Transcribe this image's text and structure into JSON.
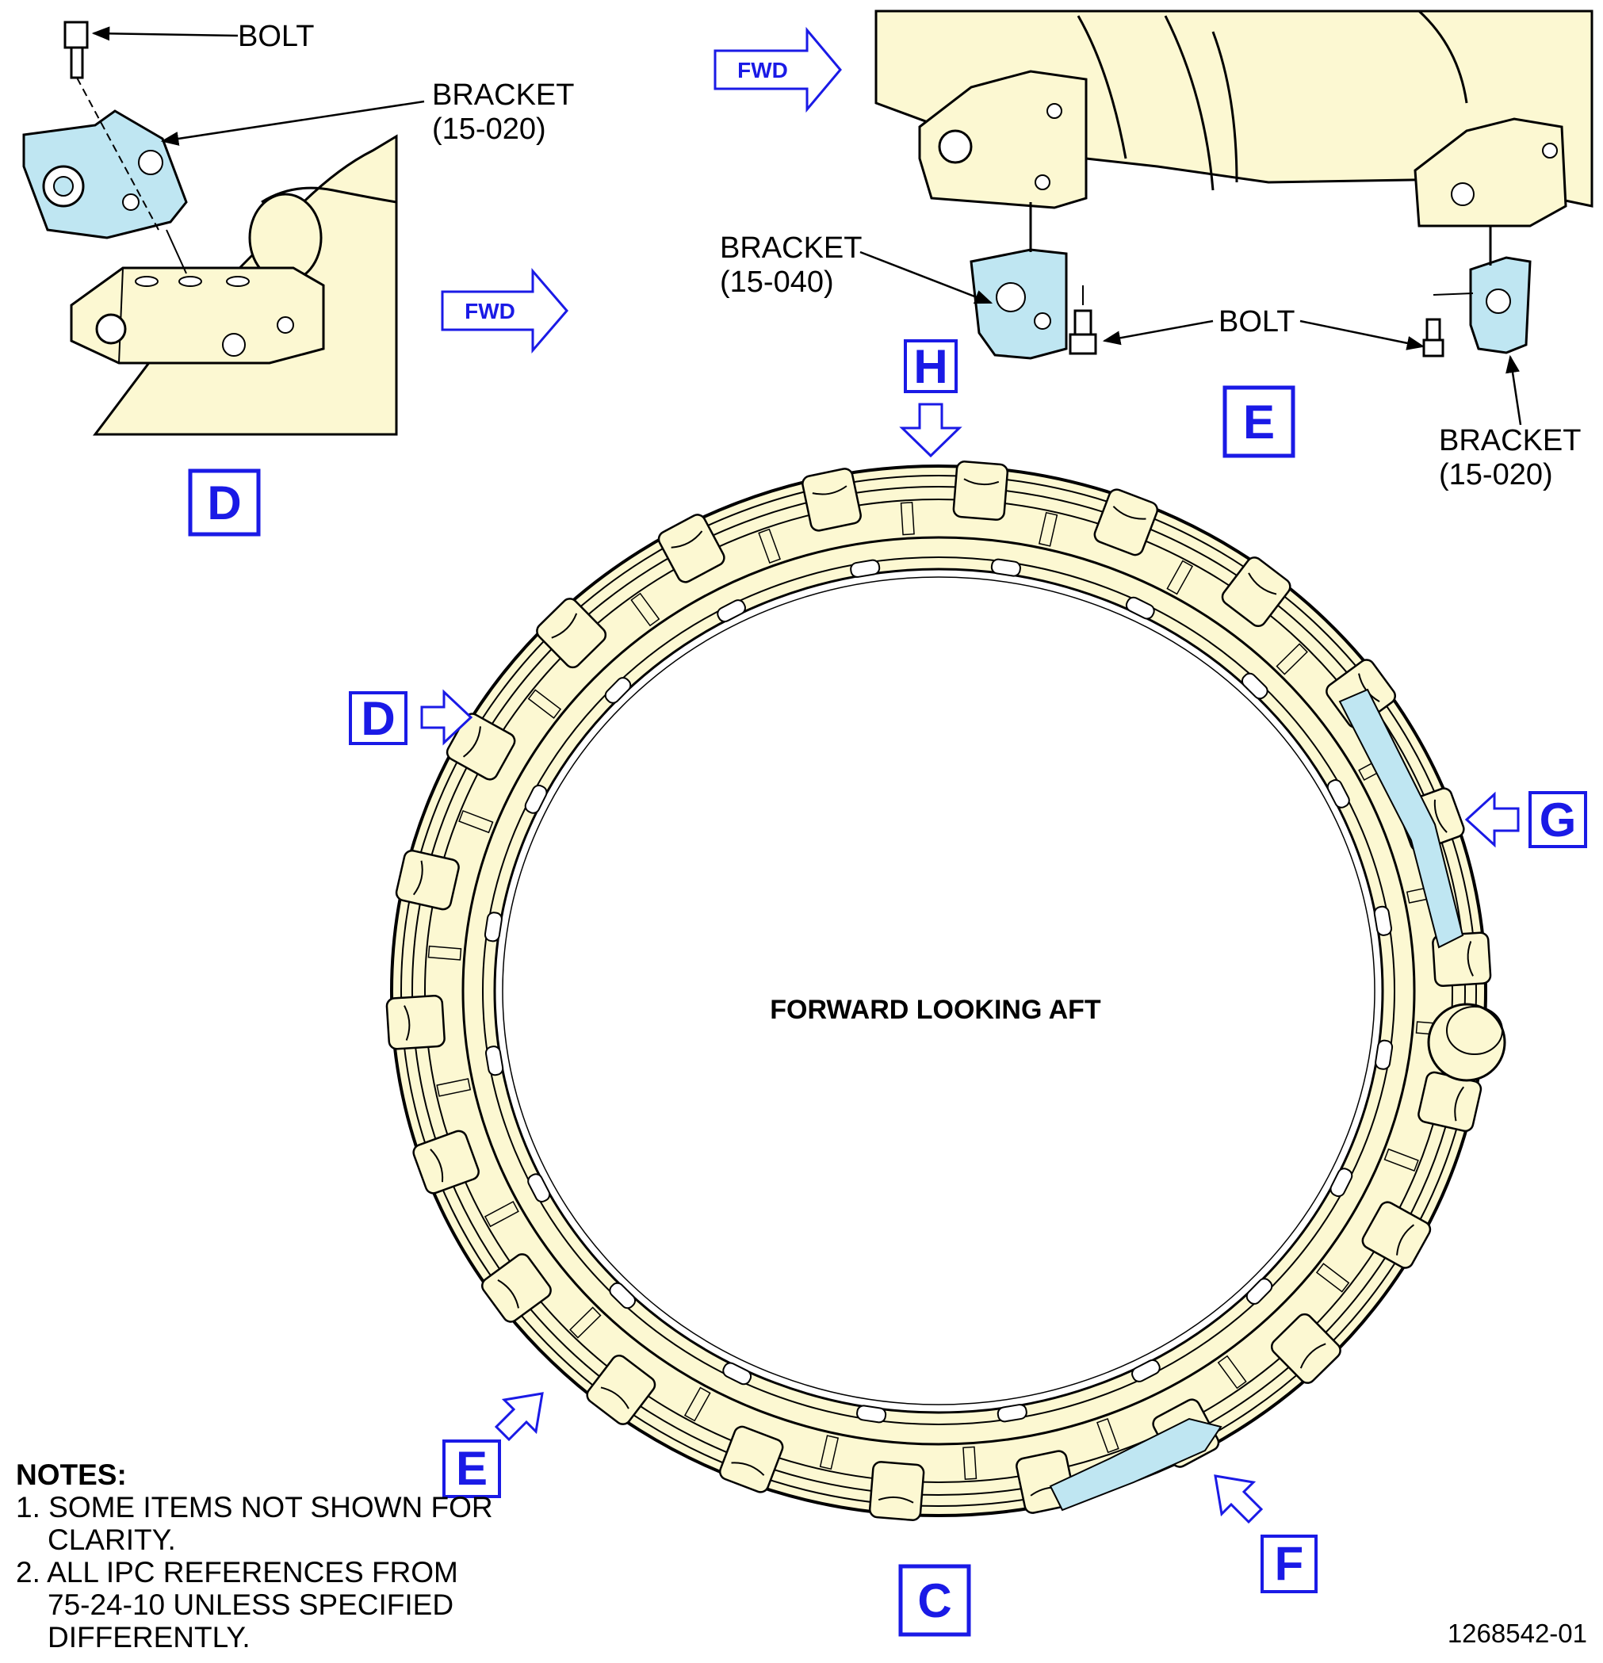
{
  "labels": {
    "bolt_d": "BOLT",
    "bracket_d_name": "BRACKET",
    "bracket_d_ref": "(15-020)",
    "bracket_e1_name": "BRACKET",
    "bracket_e1_ref": "(15-040)",
    "bolt_e": "BOLT",
    "bracket_e2_name": "BRACKET",
    "bracket_e2_ref": "(15-020)",
    "fwd_1": "FWD",
    "fwd_2": "FWD",
    "center_title": "FORWARD LOOKING AFT"
  },
  "view_letters": {
    "detail_d": "D",
    "detail_e": "E",
    "h": "H",
    "d": "D",
    "g": "G",
    "e": "E",
    "f": "F",
    "c": "C"
  },
  "notes": {
    "header": "NOTES:",
    "items": [
      "1. SOME ITEMS NOT SHOWN FOR CLARITY.",
      "2. ALL IPC REFERENCES FROM 75-24-10 UNLESS SPECIFIED DIFFERENTLY."
    ]
  },
  "figure_id": "1268542-01",
  "colors": {
    "ring_fill": "#fcf8d2",
    "part_highlight": "#bfe6f2",
    "callout_blue": "#1a1ae6",
    "line": "#000000"
  }
}
